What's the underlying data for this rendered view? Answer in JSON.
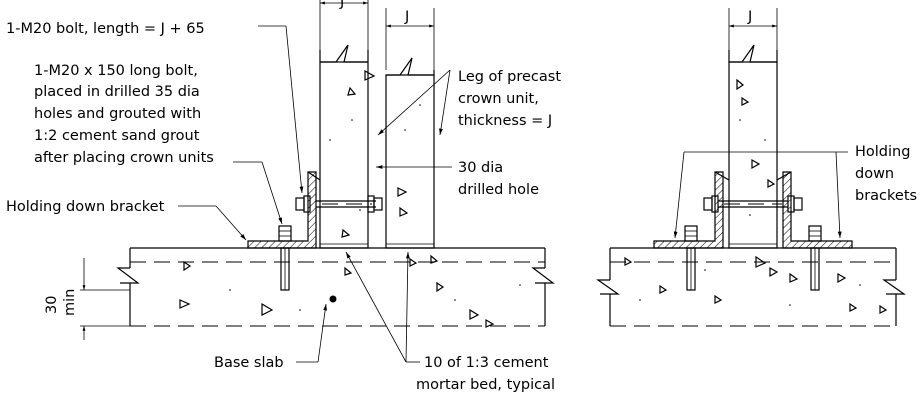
{
  "labels": {
    "bolt_length": "1-M20 bolt, length = J + 65",
    "grouted_bolt_line1": "1-M20 x 150 long bolt,",
    "grouted_bolt_line2": "placed in drilled 35 dia",
    "grouted_bolt_line3": "holes and grouted with",
    "grouted_bolt_line4": "1:2 cement sand grout",
    "grouted_bolt_line5": "after placing crown units",
    "holding_down_bracket": "Holding down bracket",
    "leg_line1": "Leg of precast",
    "leg_line2": "crown unit,",
    "leg_line3": "thickness = J",
    "hole_line1": "30 dia",
    "hole_line2": "drilled hole",
    "base_slab": "Base slab",
    "mortar_line1": "10 of 1:3 cement",
    "mortar_line2": "mortar bed, typical",
    "holding_right_line1": "Holding",
    "holding_right_line2": "down",
    "holding_right_line3": "brackets",
    "dim_min_value": "30",
    "dim_min_suffix": "min",
    "dim_j_left_1": "J",
    "dim_j_left_2": "J",
    "dim_j_right": "J"
  }
}
